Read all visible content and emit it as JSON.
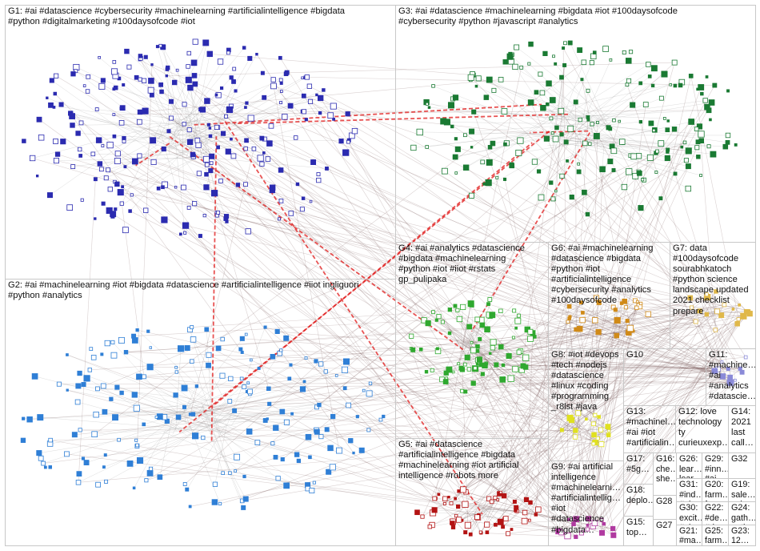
{
  "title": "",
  "colors": {
    "G1": "#2b2bb0",
    "G2": "#2f7fd6",
    "G3": "#1a7a33",
    "G4": "#2fa82f",
    "G5": "#b31313",
    "G6": "#d08a18",
    "G7": "#e0b84a",
    "G8": "#e0e020",
    "G9": "#b03aa0",
    "G11": "#8a8ad8",
    "edge": "#7a5a5a",
    "hi_edge": "#e01818"
  },
  "groups": [
    {
      "id": "G1",
      "label": "G1: #ai #datascience #cybersecurity #machinelearning #artificialintelligence #bigdata\n#python #digitalmarketing #100daysofcode #iot"
    },
    {
      "id": "G3",
      "label": "G3: #ai #datascience #machinelearning #bigdata #iot #100daysofcode\n#cybersecurity #python #javascript #analytics"
    },
    {
      "id": "G2",
      "label": "G2: #ai #machinelearning #iot #bigdata #datascience #artificialintelligence #iiot ingliguori\n#python #analytics"
    },
    {
      "id": "G4",
      "label": "G4: #ai #analytics #datascience\n#bigdata #machinelearning\n#python #iot #iiot #rstats\ngp_pulipaka"
    },
    {
      "id": "G6",
      "label": "G6: #ai #machinelearning\n#datascience #bigdata\n#python #iot\n#artificialintelligence\n#cybersecurity #analytics\n#100daysofcode"
    },
    {
      "id": "G7",
      "label": "G7: data\n#100daysofcode\nsourabhkatoch\n#python science\nlandscape updated\n2021 checklist\nprepare"
    },
    {
      "id": "G8",
      "label": "G8: #iot #devops\n#tech #nodejs\n#datascience\n#linux #coding\n#programming\n_r8lst #java"
    },
    {
      "id": "G10",
      "label": "G10"
    },
    {
      "id": "G11",
      "label": "G11:\n#machine…\n#ai\n#analytics\n#datascie…"
    },
    {
      "id": "G13",
      "label": "G13:\n#machinel…\n#ai #iot\n#artificialin…"
    },
    {
      "id": "G12",
      "label": "G12: love\ntechnology\nty\ncurieuxexp…"
    },
    {
      "id": "G14",
      "label": "G14:\n2021\nlast\ncall…"
    },
    {
      "id": "G5",
      "label": "G5: #ai #datascience\n#artificialintelligence #bigdata\n#machinelearning #iot artificial\nintelligence #robots more"
    },
    {
      "id": "G9",
      "label": "G9: #ai artificial\nintelligence\n#machinelearni…\n#artificialintellig…\n#iot\n#datascience\n#bigdata…"
    },
    {
      "id": "G17",
      "label": "G17:\n#5g…"
    },
    {
      "id": "G16",
      "label": "G16:\nche…\nshe…"
    },
    {
      "id": "G26",
      "label": "G26:\nlear…\nlear…"
    },
    {
      "id": "G29",
      "label": "G29:\n#inn…\n#ai…"
    },
    {
      "id": "G32",
      "label": "G32"
    },
    {
      "id": "G18",
      "label": "G18:\ndeplo…"
    },
    {
      "id": "G31",
      "label": "G31:\n#ind…\n#ai…"
    },
    {
      "id": "G20",
      "label": "G20:\nfarm…\nfarm…"
    },
    {
      "id": "G19",
      "label": "G19:\nsale…\nsale…"
    },
    {
      "id": "G28",
      "label": "G28"
    },
    {
      "id": "G30",
      "label": "G30:\nexcit…\n#ai…"
    },
    {
      "id": "G22",
      "label": "G22:\n#de…\n#de…"
    },
    {
      "id": "G24",
      "label": "G24:\ngath…\ngath…"
    },
    {
      "id": "G15",
      "label": "G15:\ntop…"
    },
    {
      "id": "G27",
      "label": "G27"
    },
    {
      "id": "G21",
      "label": "G21:\n#ma…"
    },
    {
      "id": "G25",
      "label": "G25:\nfarm…"
    },
    {
      "id": "G23",
      "label": "G23:\n12…"
    }
  ],
  "clusters": [
    {
      "id": "G1",
      "nodes": 260
    },
    {
      "id": "G3",
      "nodes": 210
    },
    {
      "id": "G2",
      "nodes": 190
    },
    {
      "id": "G4",
      "nodes": 90
    },
    {
      "id": "G5",
      "nodes": 60
    },
    {
      "id": "G6",
      "nodes": 30
    },
    {
      "id": "G7",
      "nodes": 20
    },
    {
      "id": "G8",
      "nodes": 20
    },
    {
      "id": "G9",
      "nodes": 18
    },
    {
      "id": "G11",
      "nodes": 12
    }
  ]
}
